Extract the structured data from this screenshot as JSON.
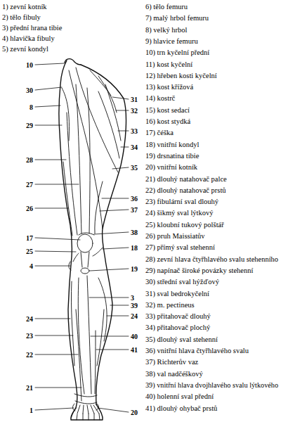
{
  "diagram": {
    "labels": [
      "1) zevní kotník",
      "2) tělo fibuly",
      "3) přední hrana tibie",
      "4) hlavička fibuly",
      "5) zevní kondyl",
      "6) tělo femuru",
      "7) malý hrbol femuru",
      "8) velký hrbol",
      "9) hlavice femuru",
      "10) trn kyčelní přední",
      "11) kost kyčelní",
      "12) hřeben kosti kyčelní",
      "13) kost křížová",
      "14) kostrč",
      "15) kost sedací",
      "16) kost stydká",
      "17) čéška",
      "18) vnitřní kondyl",
      "19) drsnatina tibie",
      "20) vnitřní kotník",
      "21) dlouhý natahovač palce",
      "22) dlouhý natahovač prstů",
      "23) fibulární sval dlouhý",
      "24) šikmý sval lýtkový",
      "25) kloubní tukový polštář",
      "26) pruh Maissiatův",
      "27) přímý sval stehenní",
      "28) zevní hlava čtyřhlavého svalu stehenního",
      "29) napínač široké povázky stehenní",
      "30) střední sval hýžďový",
      "31) sval bedrokyčelní",
      "32) m. pectineus",
      "33) přitahovač dlouhý",
      "34) přitahovač plochý",
      "35) dlouhý sval stehenní",
      "36) vnitřní hlava čtyřhlavého svalu",
      "37) Richterův vaz",
      "38) val nadčéškový",
      "39) vnitřní hlava dvojhlavého svalu lýtkového",
      "40) holenní sval přední",
      "41) dlouhý ohybač prstů",
      "10",
      "30",
      "8",
      "29",
      "28",
      "27",
      "26",
      "17",
      "25",
      "4",
      "24",
      "23",
      "22",
      "21",
      "1",
      "31",
      "32",
      "33",
      "34",
      "35",
      "36",
      "37",
      "38",
      "18",
      "19",
      "3",
      "39",
      "24",
      "40",
      "41",
      "20"
    ]
  }
}
